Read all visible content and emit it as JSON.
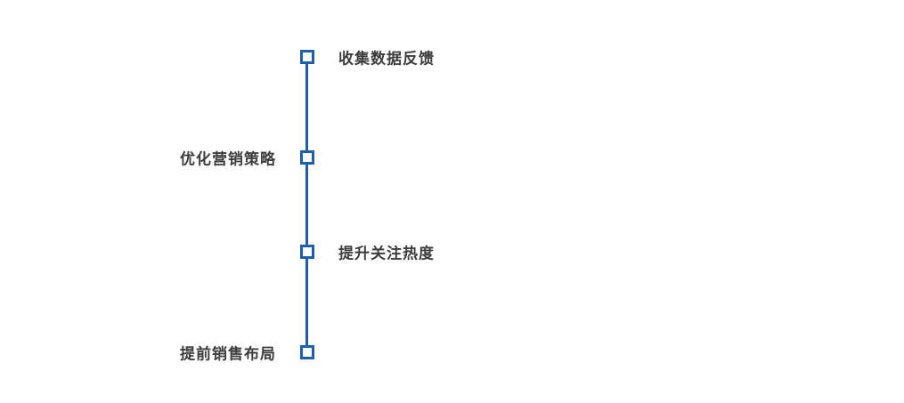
{
  "timeline": {
    "type": "vertical-milestone-timeline",
    "accent_color": "#1c5fae",
    "label_color": "#3d3d3d",
    "items": [
      {
        "label": "收集数据反馈",
        "side": "right"
      },
      {
        "label": "优化营销策略",
        "side": "left"
      },
      {
        "label": "提升关注热度",
        "side": "right"
      },
      {
        "label": "提前销售布局",
        "side": "left"
      }
    ]
  }
}
